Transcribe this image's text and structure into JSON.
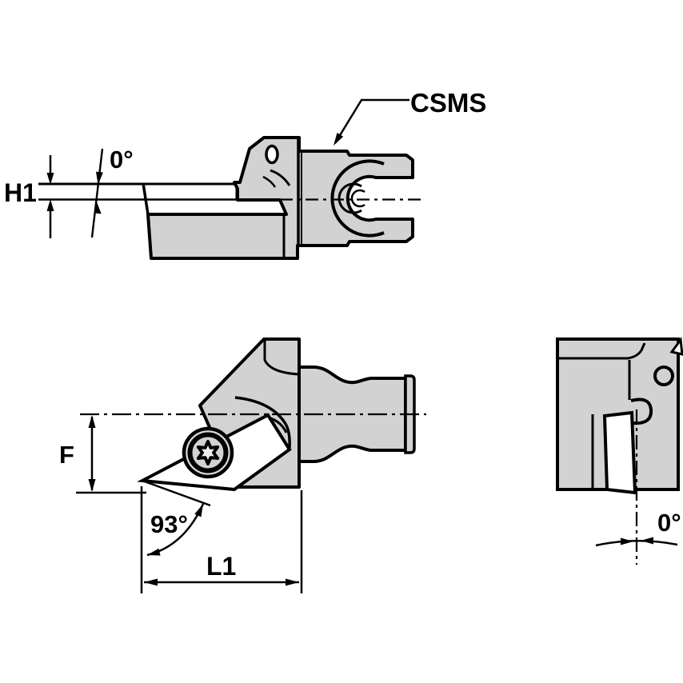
{
  "drawing": {
    "product_label": "CSMS",
    "top_view": {
      "rake_angle_label": "0°",
      "height_dim_label": "H1"
    },
    "front_view": {
      "functional_width_label": "F",
      "lead_angle_label": "93°",
      "functional_length_label": "L1"
    },
    "end_view": {
      "inclination_angle_label": "0°"
    },
    "colors": {
      "body_fill": "#d2d2d2",
      "screw_ring_fill": "#c9c9c9",
      "line": "#000000",
      "background": "#ffffff"
    }
  }
}
